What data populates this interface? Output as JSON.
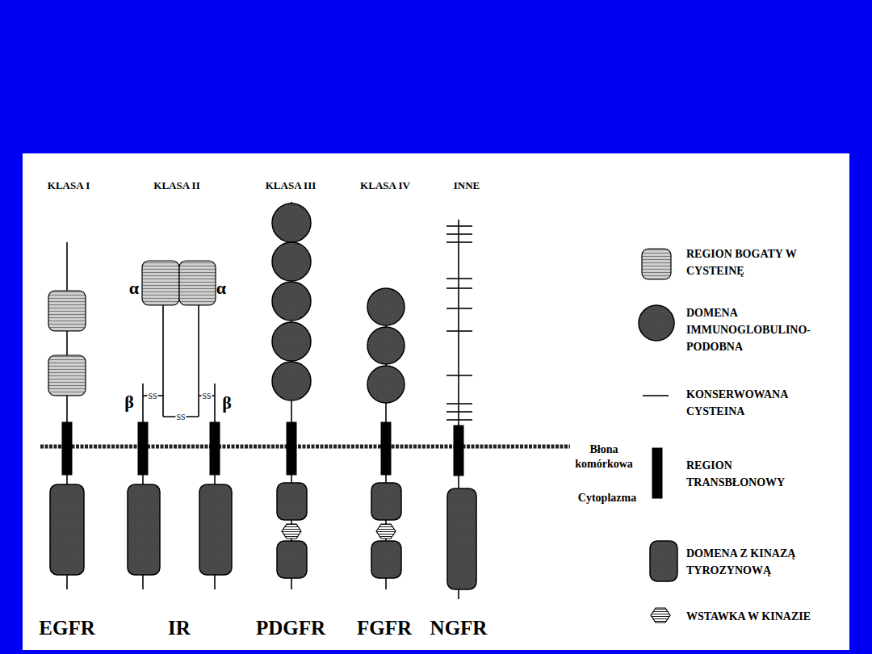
{
  "diagram": {
    "labels": [
      "KLASA I",
      "KLASA II",
      "KLASA III",
      "KLASA IV",
      "INNE",
      "α",
      "α",
      "β",
      "SS",
      "SS",
      "β",
      "SS",
      "Błona komórkowa",
      "Cytoplazma",
      "EGFR",
      "IR",
      "PDGFR",
      "FGFR",
      "NGFR"
    ],
    "legend": [
      {
        "text": "REGION BOGATY W CYSTEINĘ"
      },
      {
        "text": "DOMENA IMMUNOGLOBULINO- PODOBNA"
      },
      {
        "text": "KONSERWOWANA CYSTEINA"
      },
      {
        "text": "REGION TRANSBŁONOWY"
      },
      {
        "text": "DOMENA Z KINAZĄ TYROZYNOWĄ"
      },
      {
        "text": "WSTAWKA W KINAZIE"
      }
    ]
  }
}
